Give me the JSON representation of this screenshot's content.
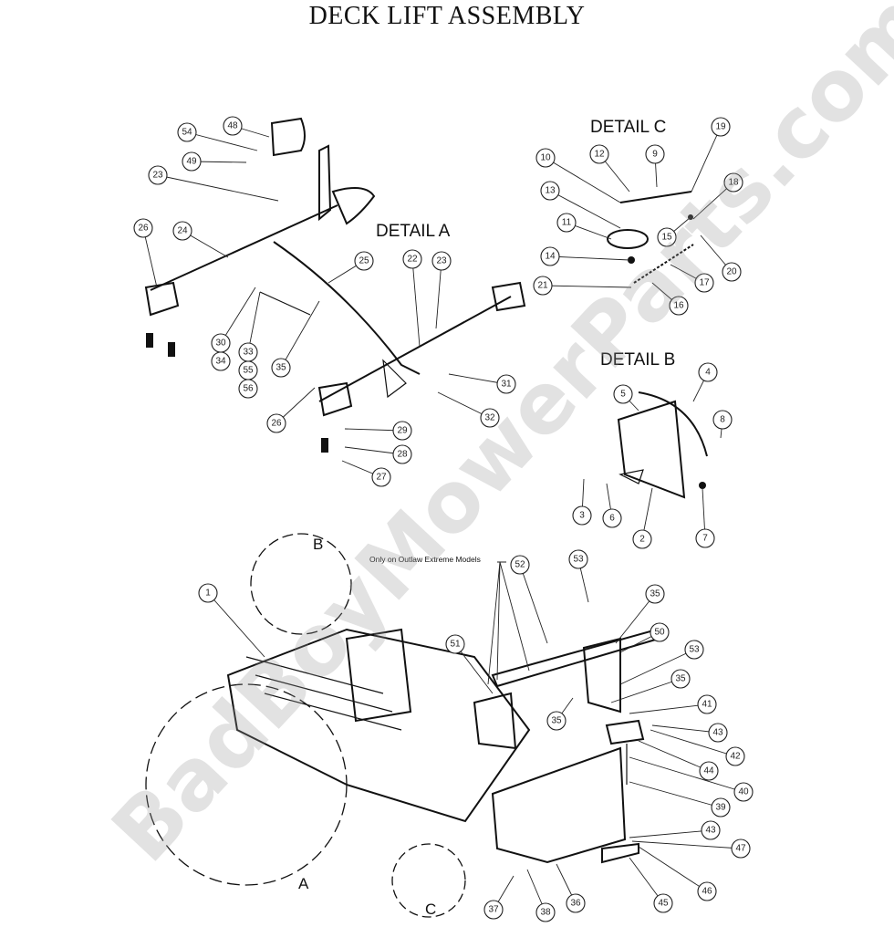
{
  "title": "DECK LIFT ASSEMBLY",
  "detail_labels": {
    "a": "DETAIL A",
    "b": "DETAIL B",
    "c": "DETAIL C"
  },
  "view_letters": {
    "a": "A",
    "b": "B",
    "c": "C"
  },
  "note": "Only on Outlaw Extreme Models",
  "watermark": "BadBoyMowerParts.com",
  "callouts": {
    "detail_a": [
      "48",
      "54",
      "49",
      "23",
      "26",
      "24",
      "25",
      "22",
      "23",
      "30",
      "34",
      "33",
      "55",
      "56",
      "35",
      "31",
      "32",
      "26",
      "29",
      "28",
      "27"
    ],
    "detail_c": [
      "12",
      "9",
      "10",
      "19",
      "18",
      "13",
      "11",
      "15",
      "14",
      "20",
      "17",
      "21",
      "16"
    ],
    "detail_b": [
      "5",
      "4",
      "8",
      "3",
      "6",
      "2",
      "7"
    ],
    "frame": [
      "1",
      "52",
      "53",
      "35",
      "50",
      "53",
      "51",
      "35",
      "41",
      "35",
      "43",
      "42",
      "44",
      "40",
      "39",
      "43",
      "47",
      "46",
      "45",
      "36",
      "38",
      "37"
    ]
  }
}
